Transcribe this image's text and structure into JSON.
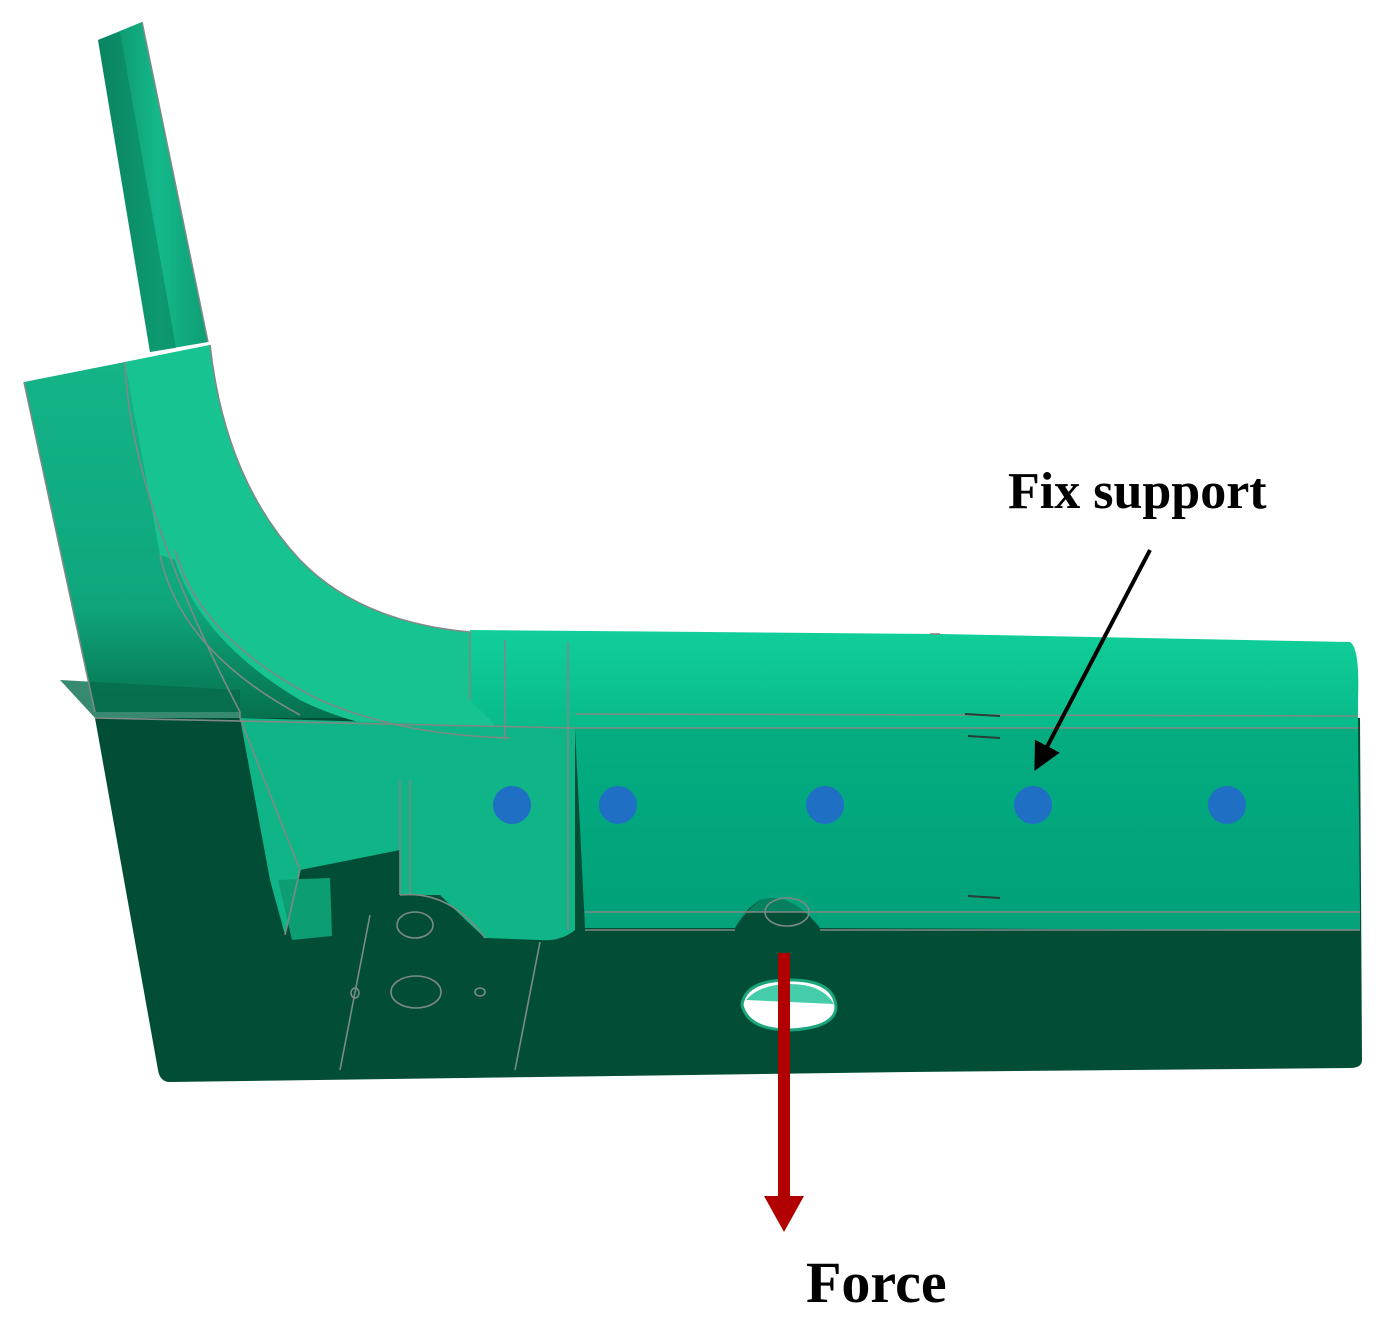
{
  "labels": {
    "fix_support": "Fix support",
    "force": "Force"
  },
  "colors": {
    "background": "#ffffff",
    "part_light": "#12b98a",
    "part_flange": "#0fcf98",
    "part_face": "#00a87d",
    "part_dark": "#024d36",
    "edge_line": "#7d8a86",
    "support_dot": "#1f6fc4",
    "force_arrow": "#b00000",
    "annotation_arrow": "#000000"
  },
  "support_points": 5
}
